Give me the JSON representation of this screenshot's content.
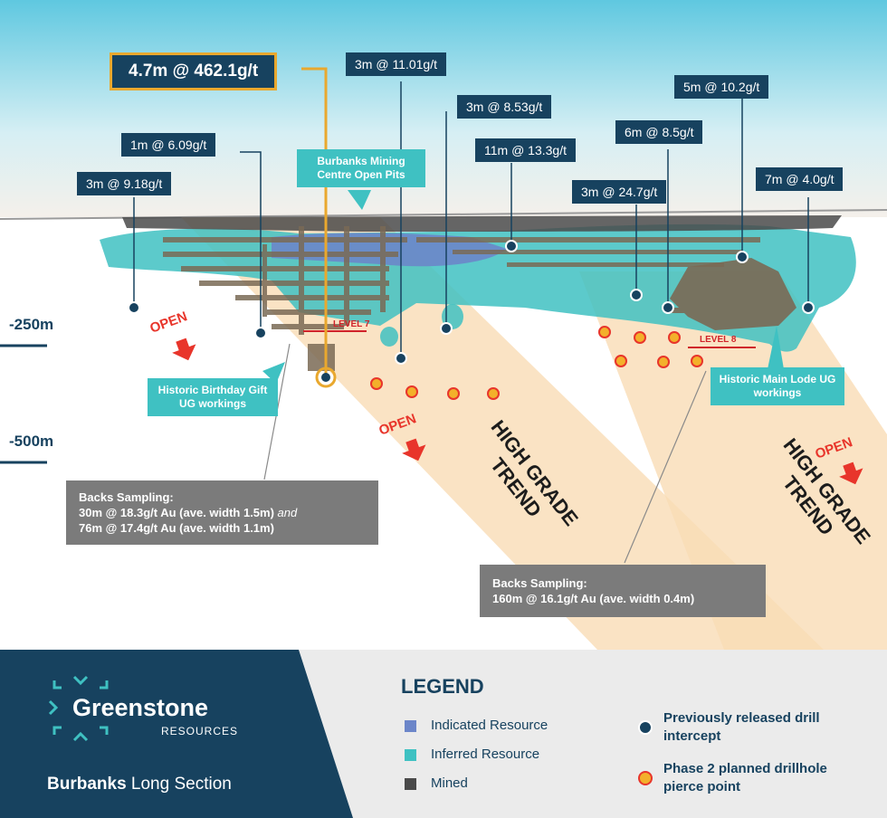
{
  "intercepts": [
    {
      "label": "4.7m @ 462.1g/t",
      "highlight": true
    },
    {
      "label": "3m @ 11.01g/t"
    },
    {
      "label": "3m @ 8.53g/t"
    },
    {
      "label": "1m @ 6.09g/t"
    },
    {
      "label": "3m @ 9.18g/t"
    },
    {
      "label": "11m @ 13.3g/t"
    },
    {
      "label": "5m @ 10.2g/t"
    },
    {
      "label": "6m @ 8.5g/t"
    },
    {
      "label": "3m @ 24.7g/t"
    },
    {
      "label": "7m @ 4.0g/t"
    }
  ],
  "callouts": {
    "open_pits": "Burbanks Mining Centre Open Pits",
    "birthday_gift": "Historic Birthday Gift UG workings",
    "main_lode": "Historic Main Lode UG workings"
  },
  "depths": [
    "-250m",
    "-500m"
  ],
  "levels": [
    "LEVEL 7",
    "LEVEL 8"
  ],
  "open_label": "OPEN",
  "trend_label": "HIGH GRADE TREND",
  "backs1": {
    "title": "Backs Sampling:",
    "line1": "30m @ 18.3g/t Au (ave. width 1.5m)",
    "and": "and",
    "line2": "76m @ 17.4g/t Au (ave. width 1.1m)"
  },
  "backs2": {
    "title": "Backs Sampling:",
    "line1": "160m @ 16.1g/t Au (ave. width 0.4m)"
  },
  "brand": {
    "name": "Greenstone",
    "sub": "RESOURCES",
    "section_bold": "Burbanks",
    "section_rest": " Long Section"
  },
  "legend": {
    "title": "LEGEND",
    "indicated": "Indicated Resource",
    "inferred": "Inferred Resource",
    "mined": "Mined",
    "prev": "Previously released drill intercept",
    "phase2": "Phase 2 planned drillhole pierce point"
  },
  "colors": {
    "navy": "#17425f",
    "indicated": "#6c86c9",
    "inferred": "#3fc1c2",
    "mined": "#4a4a4a",
    "gold": "#e9a82e",
    "open_red": "#e8352b",
    "trend_band": "#f9dcb5"
  }
}
